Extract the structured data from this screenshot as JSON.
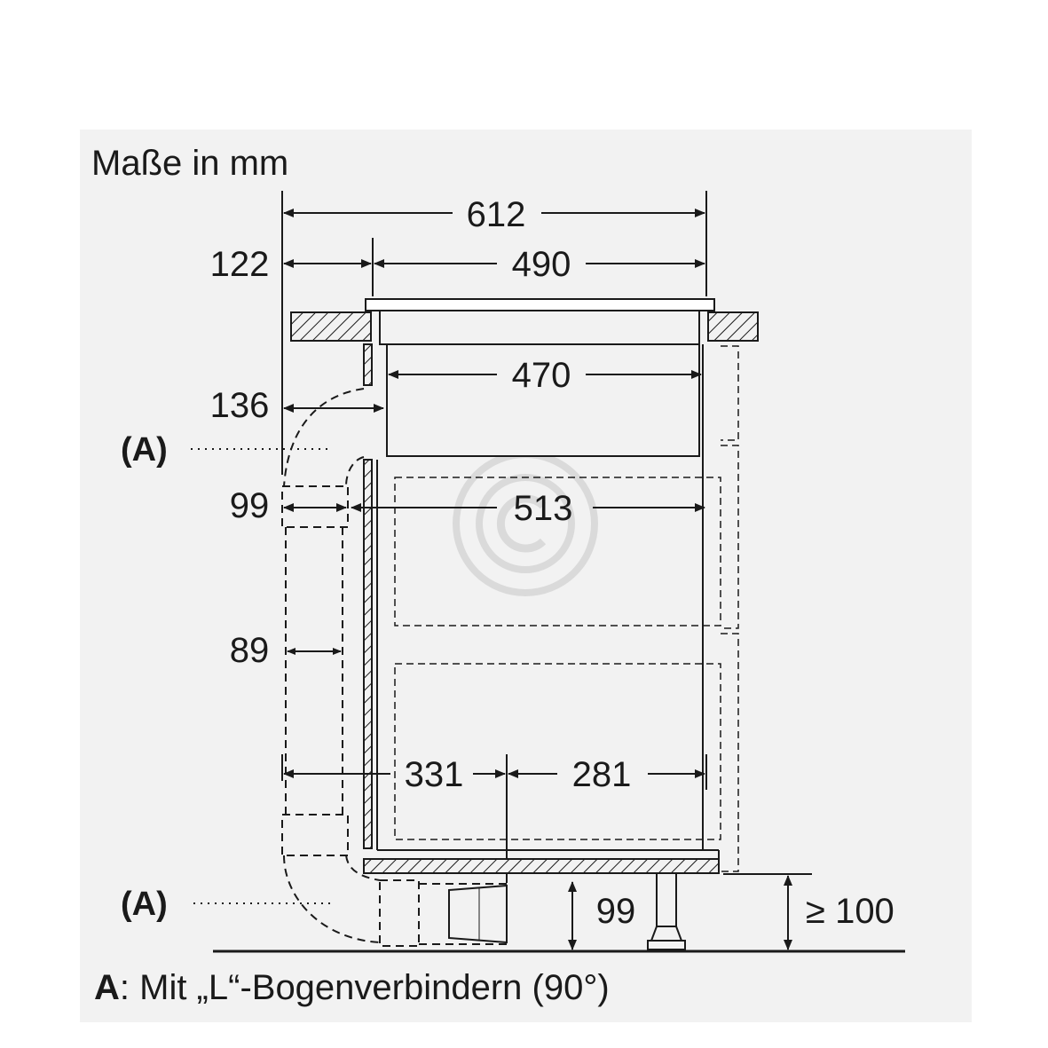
{
  "title": "Maße in mm",
  "dimensions": {
    "d612": "612",
    "d490": "490",
    "d122": "122",
    "d470": "470",
    "d136": "136",
    "d99_top": "99",
    "d513": "513",
    "d89": "89",
    "d331": "331",
    "d281": "281",
    "d99_bottom": "99",
    "d100": "≥ 100"
  },
  "callouts": {
    "a_upper": "(A)",
    "a_lower": "(A)",
    "a_letter": "A"
  },
  "footnote": {
    "key": "A",
    "text": ": Mit „L“-Bogenverbindern (90°)"
  },
  "colors": {
    "line": "#1a1a1a",
    "panel": "#f2f2f2",
    "watermark": "#c8c8c8"
  }
}
